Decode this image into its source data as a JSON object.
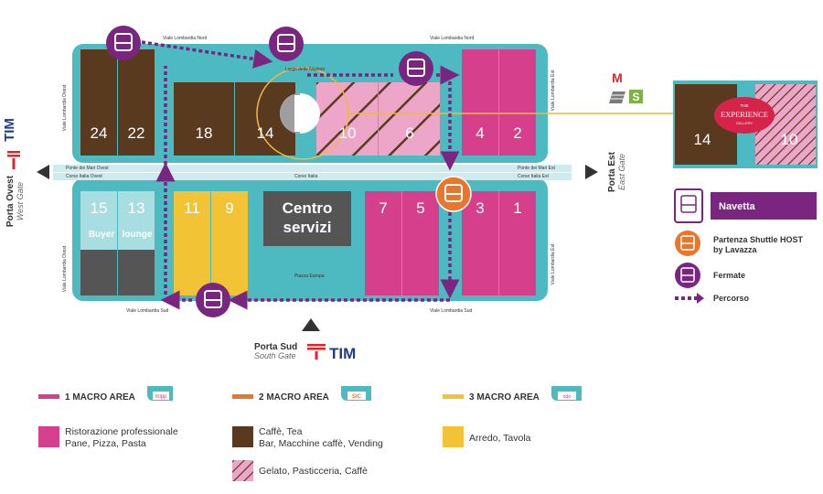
{
  "colors": {
    "teal": "#4DBAC2",
    "pink": "#D63F8C",
    "brown": "#5A3A1F",
    "yellow": "#F2C335",
    "gray": "#555555",
    "purple": "#7A2680",
    "orange": "#E8772E",
    "light_teal": "#A8DDE1",
    "light_pink": "#EDA6C8",
    "gold_line": "#F2B93B",
    "tim_blue": "#1F3C88",
    "tim_red": "#E3242B"
  },
  "halls": [
    {
      "num": "24",
      "color": "brown"
    },
    {
      "num": "22",
      "color": "brown"
    },
    {
      "num": "18",
      "color": "brown"
    },
    {
      "num": "14",
      "color": "brown"
    },
    {
      "num": "10",
      "color": "light_pink"
    },
    {
      "num": "6",
      "color": "light_pink"
    },
    {
      "num": "4",
      "color": "pink"
    },
    {
      "num": "2",
      "color": "pink"
    },
    {
      "num": "15",
      "color": "light_teal"
    },
    {
      "num": "13",
      "color": "light_teal"
    },
    {
      "num": "11",
      "color": "yellow"
    },
    {
      "num": "9",
      "color": "yellow"
    },
    {
      "num": "7",
      "color": "pink"
    },
    {
      "num": "5",
      "color": "pink"
    },
    {
      "num": "3",
      "color": "pink"
    },
    {
      "num": "1",
      "color": "pink"
    }
  ],
  "buyer_lounge": {
    "left": "Buyer",
    "right": "lounge"
  },
  "centro_servizi": {
    "line1": "Centro",
    "line2": "servizi"
  },
  "roads": {
    "north_left": "Viale Lombardia Nord",
    "north_right": "Viale Lombardia Nord",
    "largo": "Largo delle Nazioni",
    "ponte_ovest": "Ponte dei Mari Ovest",
    "corso_ovest": "Corso Italia Ovest",
    "corso": "Corso Italia",
    "ponte_est": "Ponte dei Mari Est",
    "corso_est": "Corso Italia Est",
    "piazza": "Piazza Europa",
    "south_left": "Viale Lombardia Sud",
    "south_right": "Viale Lombardia Sud",
    "west_upper": "Viale Lombardia Ovest",
    "west_lower": "Viale Lombardia Ovest",
    "east_upper": "Viale Lombardia Est",
    "east_lower": "Viale Lombardia Est"
  },
  "gates": {
    "west": {
      "name": "Porta Ovest",
      "sub": "West Gate",
      "brand": "TIM"
    },
    "east": {
      "name": "Porta Est",
      "sub": "East Gate"
    },
    "south": {
      "name": "Porta Sud",
      "sub": "South Gate",
      "brand": "TIM"
    }
  },
  "experience": {
    "hall_a": "14",
    "hall_b": "10",
    "logo_line1": "THE",
    "logo_line2": "EXPERIENCE",
    "logo_line3": "GALLERY"
  },
  "transit": {
    "metro": "M",
    "suburban": "S"
  },
  "legend_transport": {
    "navetta": "Navetta",
    "partenza_line1": "Partenza Shuttle HOST",
    "partenza_line2": "by Lavazza",
    "fermate": "Fermate",
    "percorso": "Percorso"
  },
  "macro_areas": [
    {
      "label": "1 MACRO AREA",
      "color": "pink",
      "badge": "mipp"
    },
    {
      "label": "2 MACRO AREA",
      "color": "orange",
      "badge": "SIC"
    },
    {
      "label": "3 MACRO AREA",
      "color": "yellow",
      "badge": "sdo"
    }
  ],
  "categories": [
    {
      "line1": "Ristorazione professionale",
      "line2": "Pane, Pizza, Pasta",
      "color": "pink"
    },
    {
      "line1": "Caffè, Tea",
      "line2": "Bar, Macchine caffè, Vending",
      "color": "brown"
    },
    {
      "line1": "Arredo, Tavola",
      "line2": "",
      "color": "yellow"
    },
    {
      "line1": "Gelato, Pasticceria, Caffè",
      "line2": "",
      "color": "light_pink"
    }
  ]
}
